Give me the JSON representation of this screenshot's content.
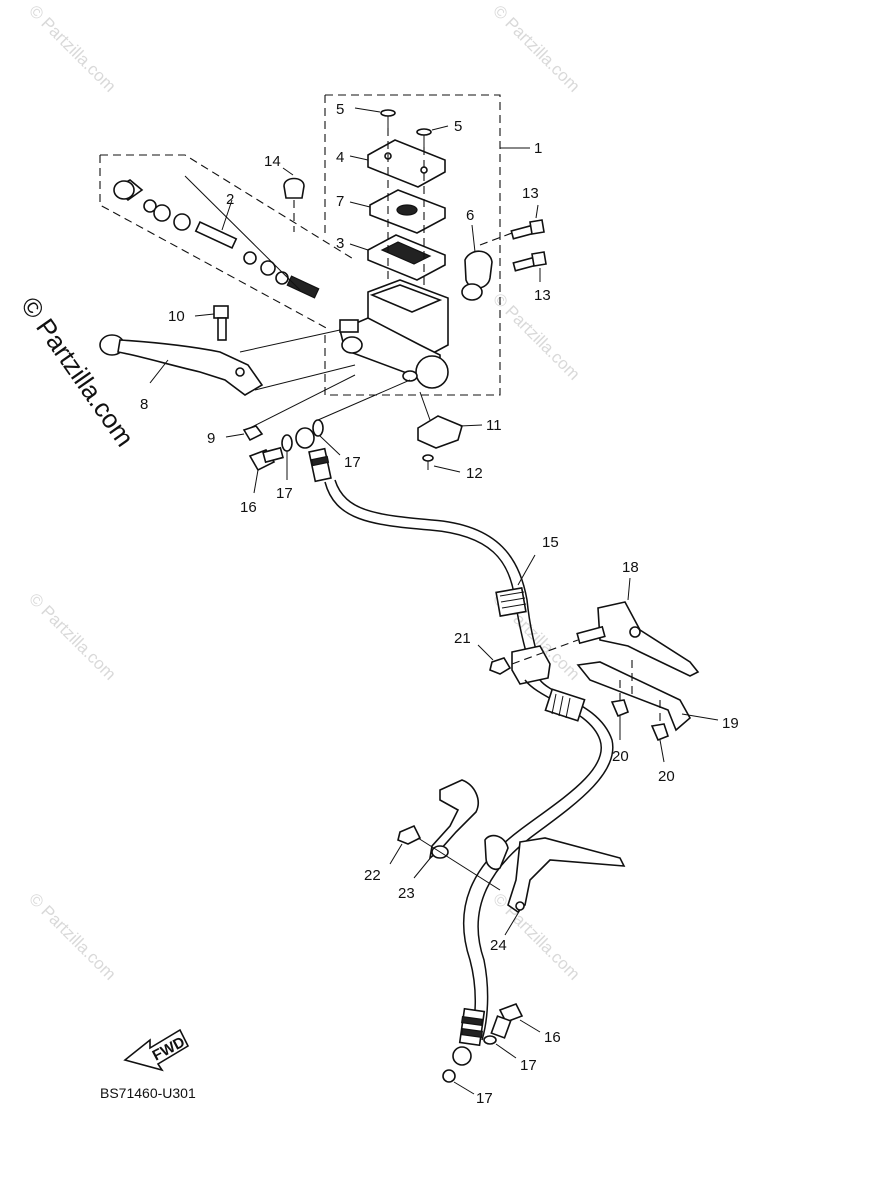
{
  "diagram": {
    "code": "BS71460-U301",
    "fwd_label": "FWD",
    "watermark_main": "© Partzilla.com",
    "watermark_small": "© Partzilla.com",
    "callouts": [
      {
        "id": "c1",
        "text": "1"
      },
      {
        "id": "c2",
        "text": "2"
      },
      {
        "id": "c3",
        "text": "3"
      },
      {
        "id": "c4",
        "text": "4"
      },
      {
        "id": "c5a",
        "text": "5"
      },
      {
        "id": "c5b",
        "text": "5"
      },
      {
        "id": "c6",
        "text": "6"
      },
      {
        "id": "c7",
        "text": "7"
      },
      {
        "id": "c8",
        "text": "8"
      },
      {
        "id": "c9",
        "text": "9"
      },
      {
        "id": "c10",
        "text": "10"
      },
      {
        "id": "c11",
        "text": "11"
      },
      {
        "id": "c12",
        "text": "12"
      },
      {
        "id": "c13a",
        "text": "13"
      },
      {
        "id": "c13b",
        "text": "13"
      },
      {
        "id": "c14",
        "text": "14"
      },
      {
        "id": "c15",
        "text": "15"
      },
      {
        "id": "c16a",
        "text": "16"
      },
      {
        "id": "c16b",
        "text": "16"
      },
      {
        "id": "c17a",
        "text": "17"
      },
      {
        "id": "c17b",
        "text": "17"
      },
      {
        "id": "c17c",
        "text": "17"
      },
      {
        "id": "c17d",
        "text": "17"
      },
      {
        "id": "c18",
        "text": "18"
      },
      {
        "id": "c19",
        "text": "19"
      },
      {
        "id": "c20a",
        "text": "20"
      },
      {
        "id": "c20b",
        "text": "20"
      },
      {
        "id": "c21",
        "text": "21"
      },
      {
        "id": "c22",
        "text": "22"
      },
      {
        "id": "c23",
        "text": "23"
      },
      {
        "id": "c24",
        "text": "24"
      }
    ]
  }
}
